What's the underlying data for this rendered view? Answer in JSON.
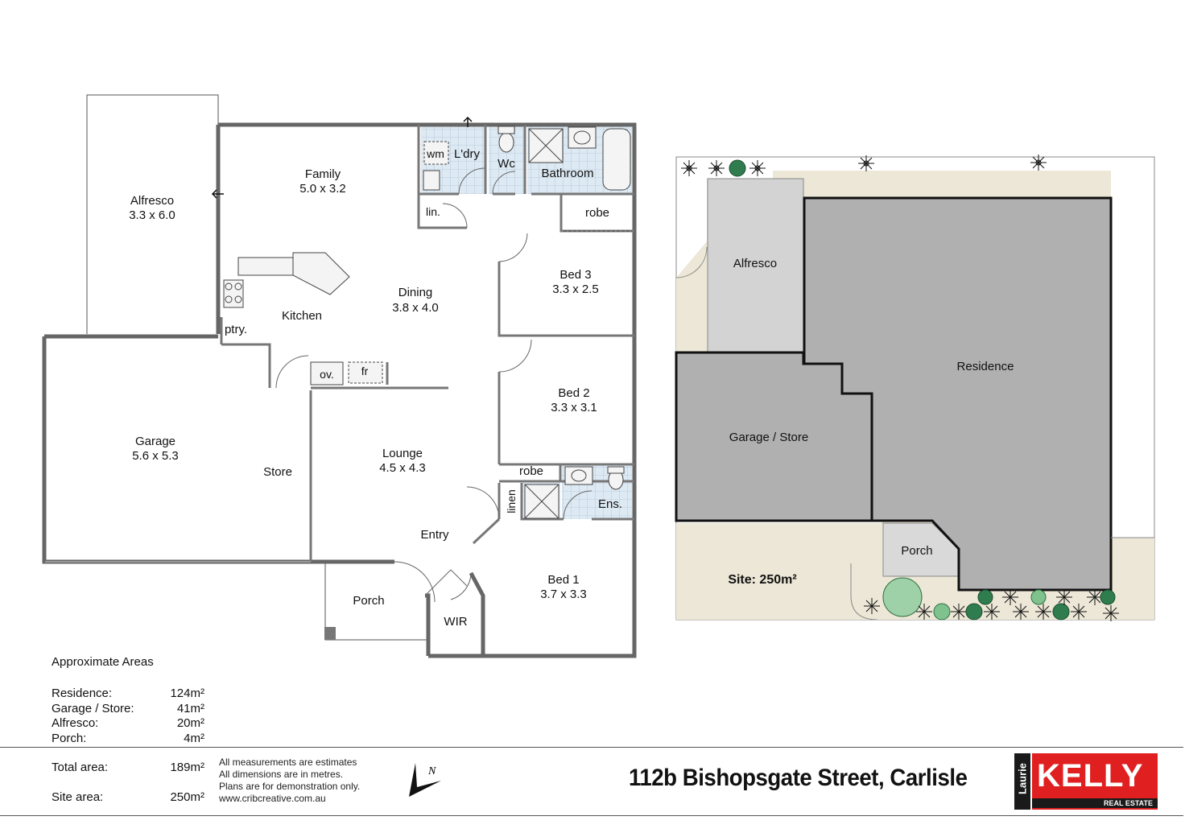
{
  "rooms": {
    "alfresco": {
      "name": "Alfresco",
      "size": "3.3 x 6.0"
    },
    "family": {
      "name": "Family",
      "size": "5.0 x 3.2"
    },
    "wm": "wm",
    "laundry": "L'dry",
    "wc": "Wc",
    "bathroom": "Bathroom",
    "lin": "lin.",
    "robe_top": "robe",
    "bed3": {
      "name": "Bed 3",
      "size": "3.3 x 2.5"
    },
    "dining": {
      "name": "Dining",
      "size": "3.8 x 4.0"
    },
    "kitchen": "Kitchen",
    "pantry": "ptry.",
    "oven": "ov.",
    "fridge": "fr",
    "bed2": {
      "name": "Bed 2",
      "size": "3.3 x 3.1"
    },
    "garage": {
      "name": "Garage",
      "size": "5.6 x 5.3"
    },
    "store": "Store",
    "lounge": {
      "name": "Lounge",
      "size": "4.5 x 4.3"
    },
    "robe_ens": "robe",
    "linen": "linen",
    "ensuite": "Ens.",
    "entry": "Entry",
    "porch": "Porch",
    "wir": "WIR",
    "bed1": {
      "name": "Bed 1",
      "size": "3.7 x 3.3"
    }
  },
  "site": {
    "alfresco": "Alfresco",
    "residence": "Residence",
    "garage_store": "Garage / Store",
    "porch": "Porch",
    "site_area": "Site: 250m²",
    "colors": {
      "lawn": "#ece7d6",
      "building": "#b0b0b0",
      "alfresco": "#d3d3d3",
      "porch": "#d9d9d9"
    }
  },
  "areas": {
    "heading": "Approximate Areas",
    "rows": [
      {
        "label": "Residence:",
        "value": "124m²"
      },
      {
        "label": "Garage / Store:",
        "value": "41m²"
      },
      {
        "label": "Alfresco:",
        "value": "20m²"
      },
      {
        "label": "Porch:",
        "value": "4m²"
      }
    ],
    "total": {
      "label": "Total area:",
      "value": "189m²"
    },
    "site": {
      "label": "Site area:",
      "value": "250m²"
    }
  },
  "disclaimer": [
    "All measurements are estimates",
    "All dimensions are in metres.",
    "Plans are for demonstration only.",
    "www.cribcreative.com.au"
  ],
  "compass_label": "N",
  "address": "112b Bishopsgate Street, Carlisle",
  "logo": {
    "side": "Laurie",
    "brand": "KELLY",
    "sub": "REAL ESTATE",
    "color": "#e02020"
  }
}
